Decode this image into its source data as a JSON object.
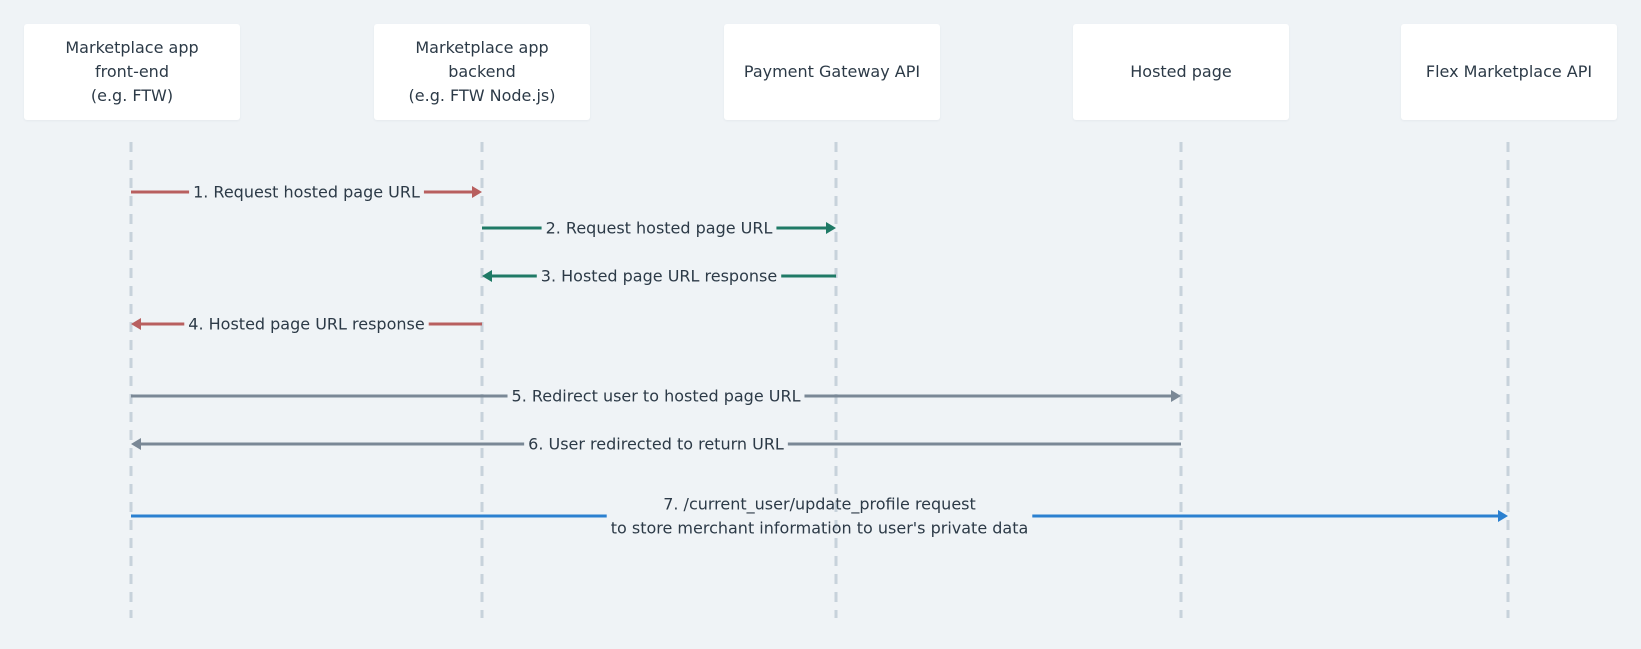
{
  "participants": [
    {
      "id": "frontend",
      "label": "Marketplace app\nfront-end\n(e.g. FTW)"
    },
    {
      "id": "backend",
      "label": "Marketplace app\nbackend\n(e.g. FTW Node.js)"
    },
    {
      "id": "gateway",
      "label": "Payment Gateway API"
    },
    {
      "id": "hosted",
      "label": "Hosted page"
    },
    {
      "id": "flex",
      "label": "Flex Marketplace API"
    }
  ],
  "messages": [
    {
      "step": 1,
      "from": "frontend",
      "to": "backend",
      "lines": [
        "1. Request hosted page URL"
      ],
      "color": "#b85f5f"
    },
    {
      "step": 2,
      "from": "backend",
      "to": "gateway",
      "lines": [
        "2. Request hosted page URL"
      ],
      "color": "#1f7a66"
    },
    {
      "step": 3,
      "from": "gateway",
      "to": "backend",
      "lines": [
        "3. Hosted page URL response"
      ],
      "color": "#1f7a66"
    },
    {
      "step": 4,
      "from": "backend",
      "to": "frontend",
      "lines": [
        "4. Hosted page URL response"
      ],
      "color": "#b85f5f"
    },
    {
      "step": 5,
      "from": "frontend",
      "to": "hosted",
      "lines": [
        "5. Redirect user to hosted page URL"
      ],
      "color": "#7a8896"
    },
    {
      "step": 6,
      "from": "hosted",
      "to": "frontend",
      "lines": [
        "6. User redirected to return URL"
      ],
      "color": "#7a8896"
    },
    {
      "step": 7,
      "from": "frontend",
      "to": "flex",
      "lines": [
        "7. /current_user/update_profile request",
        "to store merchant information to user's private data"
      ],
      "color": "#2b80d0"
    }
  ],
  "colors": {
    "background": "#eff3f6",
    "lifeline": "#c7d2db",
    "text": "#2c3a47"
  }
}
